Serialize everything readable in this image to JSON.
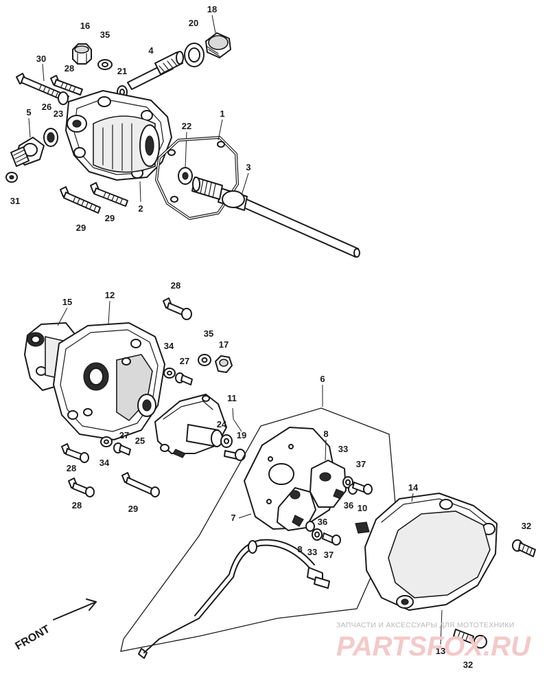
{
  "labels": {
    "l1": "1",
    "l2": "2",
    "l3": "3",
    "l4": "4",
    "l5": "5",
    "l6": "6",
    "l7": "7",
    "l8a": "8",
    "l8b": "8",
    "l10": "10",
    "l11": "11",
    "l12": "12",
    "l13": "13",
    "l14": "14",
    "l15": "15",
    "l16": "16",
    "l17": "17",
    "l18": "18",
    "l19": "19",
    "l20": "20",
    "l21": "21",
    "l22": "22",
    "l23": "23",
    "l24": "24",
    "l25": "25",
    "l26": "26",
    "l27a": "27",
    "l27b": "27",
    "l28a": "28",
    "l28b": "28",
    "l28c": "28",
    "l28d": "28",
    "l29a": "29",
    "l29b": "29",
    "l29c": "29",
    "l30": "30",
    "l31": "31",
    "l32a": "32",
    "l32b": "32",
    "l33a": "33",
    "l33b": "33",
    "l34a": "34",
    "l34b": "34",
    "l35a": "35",
    "l35b": "35",
    "l36a": "36",
    "l36b": "36",
    "l37a": "37",
    "l37b": "37"
  },
  "front_arrow": {
    "text": "FRONT"
  },
  "watermark": {
    "caption": "ЗАПЧАСТИ И АКСЕССУАРЫ ДЛЯ МОТОТЕХНИКИ",
    "brand": "PARTSFOX.RU"
  }
}
